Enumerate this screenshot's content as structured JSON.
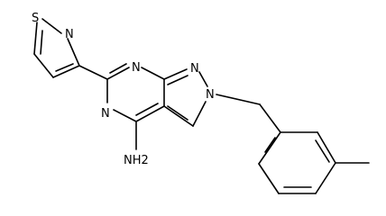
{
  "molecule": {
    "atoms": {
      "s1": "S",
      "n1": "N",
      "n_top": "N",
      "n_pyrazole_a": "N",
      "n_pyrazole_b": "N",
      "n_lower": "N",
      "amine": "NH2"
    },
    "colors": {
      "bond": "#000000",
      "label": "#000000",
      "background": "#ffffff"
    }
  }
}
